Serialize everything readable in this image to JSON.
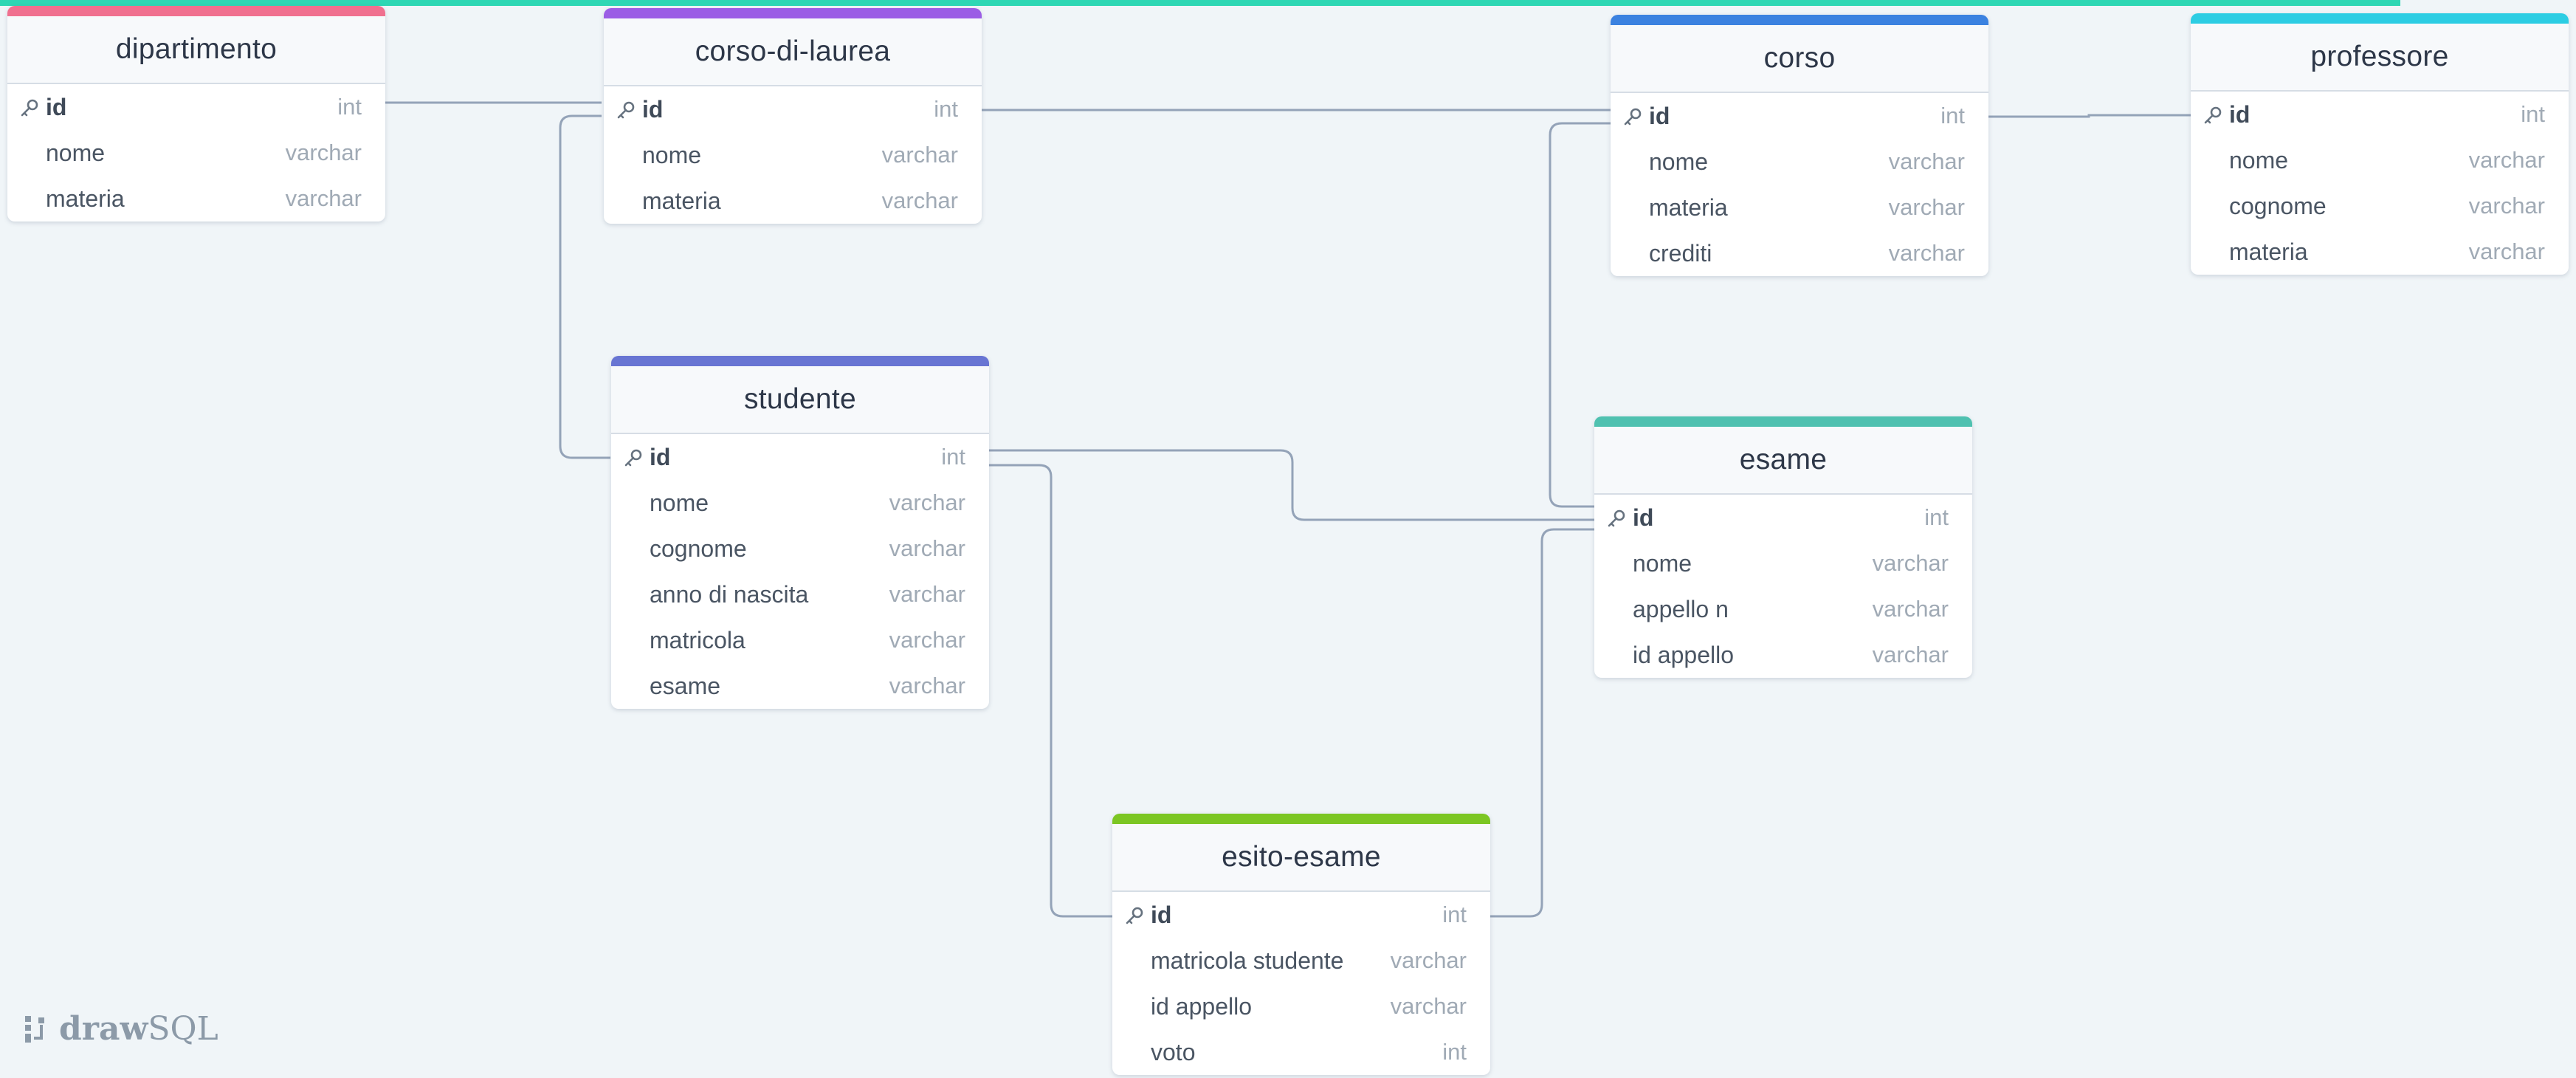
{
  "progress": {
    "fraction": 0.932,
    "color": "#2ed7b4"
  },
  "tables": [
    {
      "key": "dipartimento",
      "title": "dipartimento",
      "color": "#f0708f",
      "columns": [
        {
          "name": "id",
          "type": "int",
          "pk": true
        },
        {
          "name": "nome",
          "type": "varchar",
          "pk": false
        },
        {
          "name": "materia",
          "type": "varchar",
          "pk": false
        }
      ]
    },
    {
      "key": "corso-di-laurea",
      "title": "corso-di-laurea",
      "color": "#9b5de5",
      "columns": [
        {
          "name": "id",
          "type": "int",
          "pk": true
        },
        {
          "name": "nome",
          "type": "varchar",
          "pk": false
        },
        {
          "name": "materia",
          "type": "varchar",
          "pk": false
        }
      ]
    },
    {
      "key": "corso",
      "title": "corso",
      "color": "#3b82e0",
      "columns": [
        {
          "name": "id",
          "type": "int",
          "pk": true
        },
        {
          "name": "nome",
          "type": "varchar",
          "pk": false
        },
        {
          "name": "materia",
          "type": "varchar",
          "pk": false
        },
        {
          "name": "crediti",
          "type": "varchar",
          "pk": false
        }
      ]
    },
    {
      "key": "professore",
      "title": "professore",
      "color": "#2ccde3",
      "columns": [
        {
          "name": "id",
          "type": "int",
          "pk": true
        },
        {
          "name": "nome",
          "type": "varchar",
          "pk": false
        },
        {
          "name": "cognome",
          "type": "varchar",
          "pk": false
        },
        {
          "name": "materia",
          "type": "varchar",
          "pk": false
        }
      ]
    },
    {
      "key": "studente",
      "title": "studente",
      "color": "#6875d3",
      "columns": [
        {
          "name": "id",
          "type": "int",
          "pk": true
        },
        {
          "name": "nome",
          "type": "varchar",
          "pk": false
        },
        {
          "name": "cognome",
          "type": "varchar",
          "pk": false
        },
        {
          "name": "anno di nascita",
          "type": "varchar",
          "pk": false
        },
        {
          "name": "matricola",
          "type": "varchar",
          "pk": false
        },
        {
          "name": "esame",
          "type": "varchar",
          "pk": false
        }
      ]
    },
    {
      "key": "esame",
      "title": "esame",
      "color": "#4fc1b0",
      "columns": [
        {
          "name": "id",
          "type": "int",
          "pk": true
        },
        {
          "name": "nome",
          "type": "varchar",
          "pk": false
        },
        {
          "name": "appello n",
          "type": "varchar",
          "pk": false
        },
        {
          "name": "id appello",
          "type": "varchar",
          "pk": false
        }
      ]
    },
    {
      "key": "esito-esame",
      "title": "esito-esame",
      "color": "#7cc623",
      "columns": [
        {
          "name": "id",
          "type": "int",
          "pk": true
        },
        {
          "name": "matricola studente",
          "type": "varchar",
          "pk": false
        },
        {
          "name": "id appello",
          "type": "varchar",
          "pk": false
        },
        {
          "name": "voto",
          "type": "int",
          "pk": false
        }
      ]
    }
  ],
  "relations": [
    {
      "from": "dipartimento.id",
      "to": "corso-di-laurea.id"
    },
    {
      "from": "corso-di-laurea.id",
      "to": "corso.id"
    },
    {
      "from": "corso.id",
      "to": "professore.id"
    },
    {
      "from": "corso-di-laurea.id",
      "to": "studente.id"
    },
    {
      "from": "studente.id",
      "to": "esame.id"
    },
    {
      "from": "corso.id",
      "to": "esame.id"
    },
    {
      "from": "studente.id",
      "to": "esito-esame.id"
    },
    {
      "from": "esame.id",
      "to": "esito-esame.id"
    }
  ],
  "brand": {
    "bold": "draw",
    "light": "SQL",
    "icon": "drawsql-logo-icon"
  },
  "icons": {
    "primary_key": "key-icon"
  }
}
